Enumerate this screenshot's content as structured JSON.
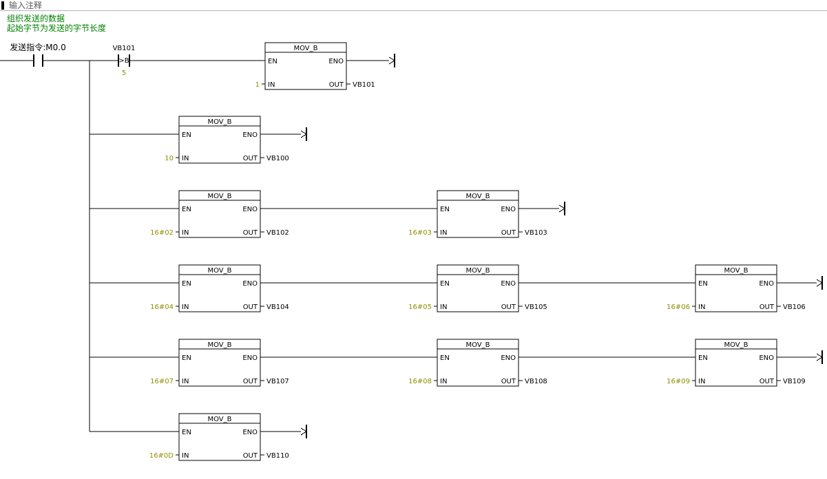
{
  "header": {
    "title": "输入注释"
  },
  "comments": {
    "line1": "组织发送的数据",
    "line2": "起始字节为发送的字节长度"
  },
  "rung": {
    "contact_label": "发送指令:M0.0",
    "comparator": {
      "operand": "VB101",
      "operator": ">B",
      "value": "5"
    }
  },
  "block": {
    "title": "MOV_B",
    "en": "EN",
    "eno": "ENO",
    "in": "IN",
    "out": "OUT"
  },
  "boxes": [
    {
      "in": "1",
      "out": "VB101"
    },
    {
      "in": "10",
      "out": "VB100"
    },
    {
      "in": "16#02",
      "out": "VB102"
    },
    {
      "in": "16#03",
      "out": "VB103"
    },
    {
      "in": "16#04",
      "out": "VB104"
    },
    {
      "in": "16#05",
      "out": "VB105"
    },
    {
      "in": "16#06",
      "out": "VB106"
    },
    {
      "in": "16#07",
      "out": "VB107"
    },
    {
      "in": "16#08",
      "out": "VB108"
    },
    {
      "in": "16#09",
      "out": "VB109"
    },
    {
      "in": "16#0D",
      "out": "VB110"
    }
  ],
  "colors": {
    "comment_green": "#008000",
    "constant_olive": "#8f8f00",
    "wire_black": "#000000"
  }
}
